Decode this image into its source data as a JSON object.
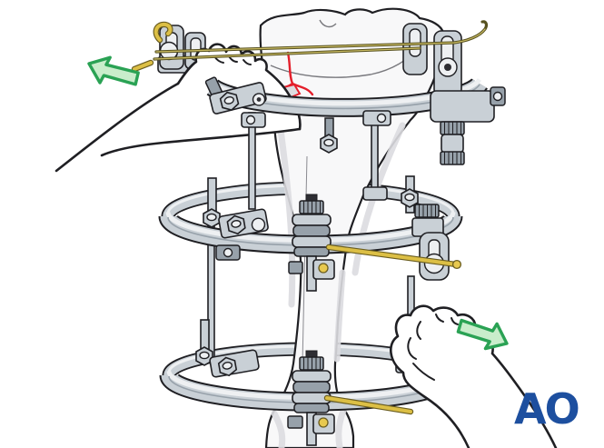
{
  "logo": {
    "text": "AO"
  },
  "icons": {
    "arrow_left": "direction-arrow-left",
    "arrow_right": "direction-arrow-right"
  },
  "colors": {
    "background": "#ffffff",
    "metal": "#c9d0d6",
    "metal_highlight": "#eef0f2",
    "metal_shadow": "#97a1aa",
    "outline": "#1f1f23",
    "bone": "#f8f8f9",
    "bone_shade": "#dcdce0",
    "fracture": "#e41f2b",
    "wire_dark": "#57511f",
    "wire_light": "#c8ba63",
    "brass": "#dcbf45",
    "gold": "#e8c94f",
    "arrow_fill": "#c9edcb",
    "arrow_stroke": "#2aa254",
    "logo_blue": "#1d4f9f",
    "hand_fill": "#ffffff"
  }
}
